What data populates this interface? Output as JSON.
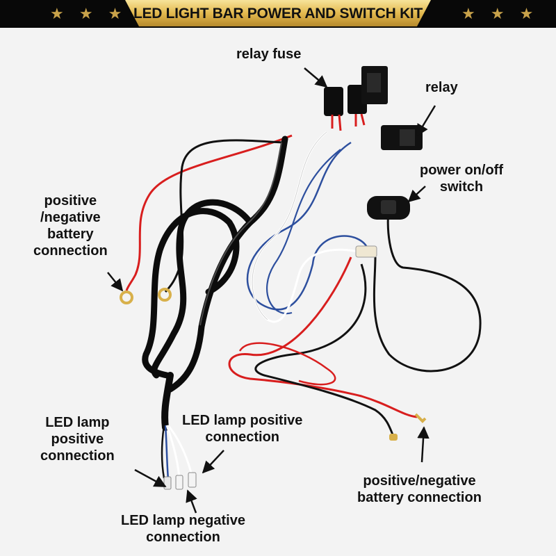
{
  "header": {
    "title": "LED LIGHT BAR POWER AND SWITCH KIT",
    "stars_left": "★ ★ ★",
    "stars_right": "★ ★ ★",
    "accent_color": "#c8a24a"
  },
  "labels": {
    "relay_fuse": {
      "lines": [
        "relay fuse"
      ]
    },
    "relay": {
      "lines": [
        "relay"
      ]
    },
    "power_switch": {
      "lines": [
        "power on/off",
        "switch"
      ]
    },
    "battery_left": {
      "lines": [
        "positive",
        "/negative",
        "battery",
        "connection"
      ]
    },
    "led_positive_left": {
      "lines": [
        "LED lamp",
        "positive",
        "connection"
      ]
    },
    "led_positive_center": {
      "lines": [
        "LED lamp positive",
        "connection"
      ]
    },
    "led_negative": {
      "lines": [
        "LED lamp negative",
        "connection"
      ]
    },
    "battery_right": {
      "lines": [
        "positive/negative",
        "battery connection"
      ]
    }
  },
  "colors": {
    "wire_red": "#d81e1e",
    "wire_blue": "#2d4f9e",
    "wire_white": "#ffffff",
    "wire_black": "#111111",
    "terminal_gold": "#d8b04a",
    "background": "#f3f3f3"
  }
}
